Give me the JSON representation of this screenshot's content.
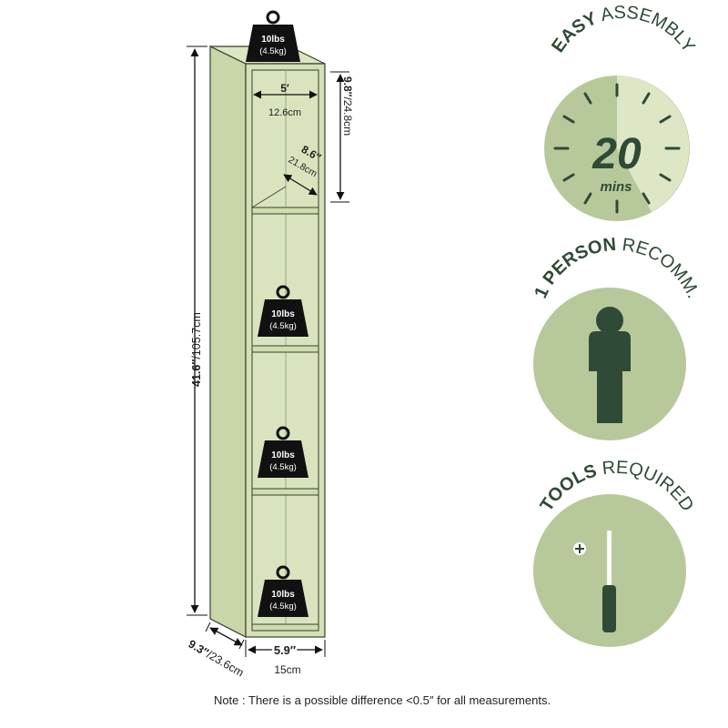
{
  "colors": {
    "shelf_fill": "#d4e0b7",
    "shelf_side": "#c5d3a4",
    "shelf_edge": "#3a3f2a",
    "circle_fill": "#b7c99b",
    "circle_light": "#dde7c6",
    "dark_green": "#2f4a36",
    "text_dark": "#2f4a36",
    "weight_fill": "#111111"
  },
  "weights": [
    {
      "top": "10lbs",
      "bottom": "(4.5kg)"
    },
    {
      "top": "10lbs",
      "bottom": "(4.5kg)"
    },
    {
      "top": "10lbs",
      "bottom": "(4.5kg)"
    },
    {
      "top": "10lbs",
      "bottom": "(4.5kg)"
    }
  ],
  "dimensions": {
    "inner_width_in": "5′",
    "inner_width_cm": "12.6cm",
    "inner_depth_in": "8.6″",
    "inner_depth_cm": "21.8cm",
    "compartment_height_in": "9.8″",
    "compartment_height_cm": "/24.8cm",
    "total_height_in": "41.6″",
    "total_height_cm": "/105.7cm",
    "depth_in": "9.3″",
    "depth_cm": "/23.6cm",
    "width_in": "5.9″",
    "width_cm": "15cm"
  },
  "badges": {
    "assembly": {
      "bold": "EASY",
      "regular": " ASSEMBLY",
      "minutes": "20",
      "unit": "mins",
      "icon": "clock-icon"
    },
    "person": {
      "bold": "1 PERSON",
      "regular": " RECOMM.",
      "icon": "person-icon"
    },
    "tools": {
      "bold": "TOOLS",
      "regular": " REQUIRED",
      "icon": "screwdriver-icon"
    }
  },
  "note": "Note : There is a possible difference <0.5″ for all measurements."
}
